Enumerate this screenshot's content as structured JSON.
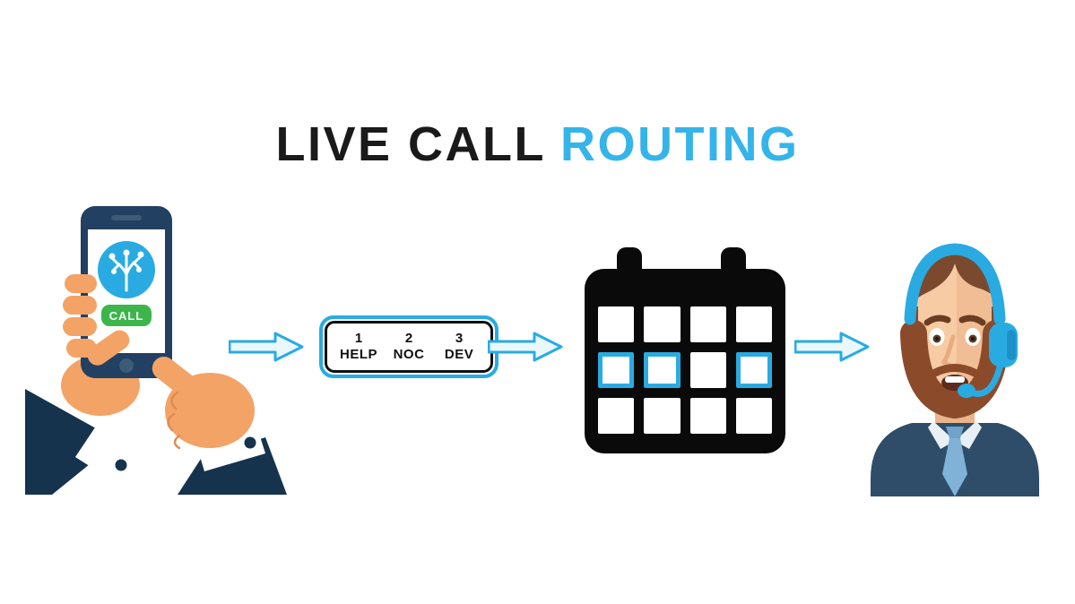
{
  "title": {
    "black": "LIVE CALL",
    "blue": "ROUTING"
  },
  "phone": {
    "call_button_label": "CALL",
    "screen_icon": "circuit-network-icon"
  },
  "keypad": {
    "options": [
      {
        "digit": "1",
        "label": "HELP"
      },
      {
        "digit": "2",
        "label": "NOC"
      },
      {
        "digit": "3",
        "label": "DEV"
      }
    ]
  },
  "calendar": {
    "columns": 4,
    "rows": 3,
    "highlighted_cells": [
      [
        1,
        0
      ],
      [
        1,
        1
      ],
      [
        1,
        3
      ]
    ]
  },
  "icons": {
    "step1": "hand-holding-phone-icon",
    "step2": "dialpad-menu-icon",
    "step3": "calendar-schedule-icon",
    "step4": "support-agent-headset-icon",
    "connector": "right-arrow-icon"
  },
  "colors": {
    "accent_blue": "#29abe2",
    "title_dark": "#1a1a1a",
    "title_blue": "#35b4ea",
    "call_green": "#3cb54a",
    "navy": "#16334d",
    "calendar_black": "#0a0a0a",
    "skin_hands": "#f3a366",
    "skin_face": "#f7cba3",
    "shirt": "#2f4d68",
    "tie_blue": "#7fb2d6",
    "hair_brown": "#7b4a2e"
  }
}
